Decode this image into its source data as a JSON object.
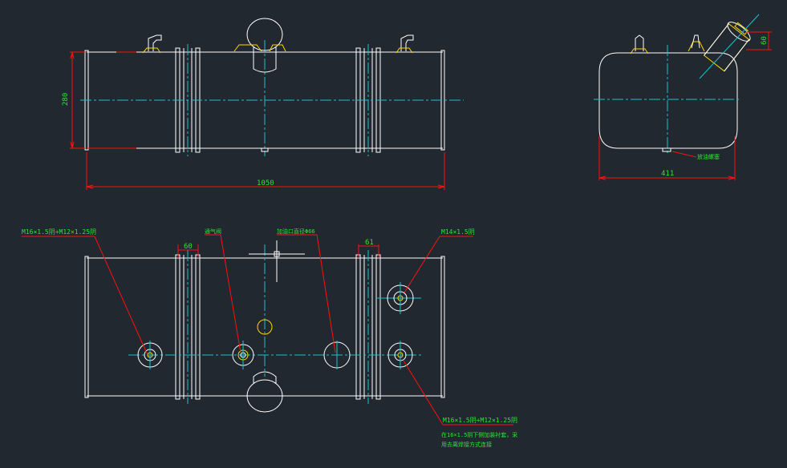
{
  "dimensions": {
    "height_left": "280",
    "length_total": "1050",
    "width_right": "411",
    "tilt_right": "60",
    "spacing_left": "60",
    "spacing_right": "61"
  },
  "notes": {
    "fitting_left": "M16×1.5阴+M12×1.25阴",
    "vent_valve": "通气阀",
    "fill_neck": "加油口直径Φ66",
    "fitting_right_top": "M14×1.5阴",
    "fitting_right_bottom": "M16×1.5阴+M12×1.25阴",
    "note_line1": "在16×1.5阴下侧加装衬套，采",
    "note_line2": "用去离焊接方式连接",
    "drain_plug": "放油螺塞"
  },
  "colors": {
    "background": "#212830",
    "outline": "#ffffff",
    "centerline": "#19c3cc",
    "leader": "#ff1010",
    "dimension_text": "#27e832",
    "fitting": "#ffd600"
  }
}
